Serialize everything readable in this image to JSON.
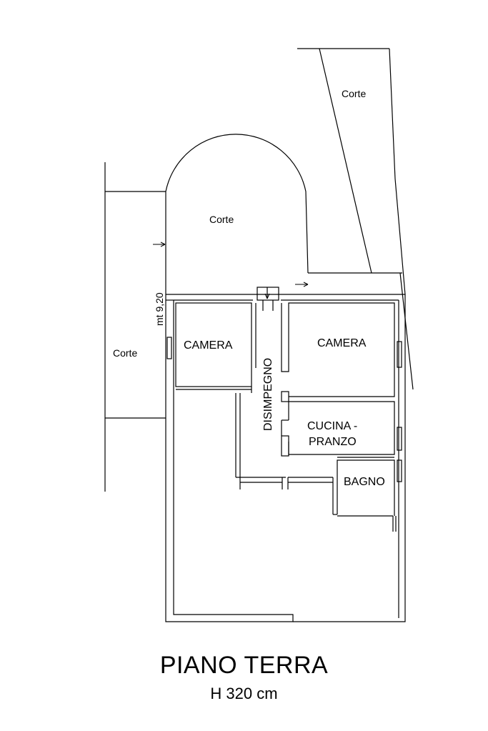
{
  "plan": {
    "labels": {
      "corte_top_right": "Corte",
      "corte_center": "Corte",
      "corte_left": "Corte",
      "dimension": "mt 9,20",
      "camera_left": "CAMERA",
      "camera_right": "CAMERA",
      "disimpegno": "DISIMPEGNO",
      "cucina_line1": "CUCINA -",
      "cucina_line2": "PRANZO",
      "bagno": "BAGNO"
    }
  },
  "footer": {
    "title": "PIANO TERRA",
    "subtitle": "H 320 cm"
  },
  "colors": {
    "ink": "#000000",
    "background": "#ffffff"
  }
}
